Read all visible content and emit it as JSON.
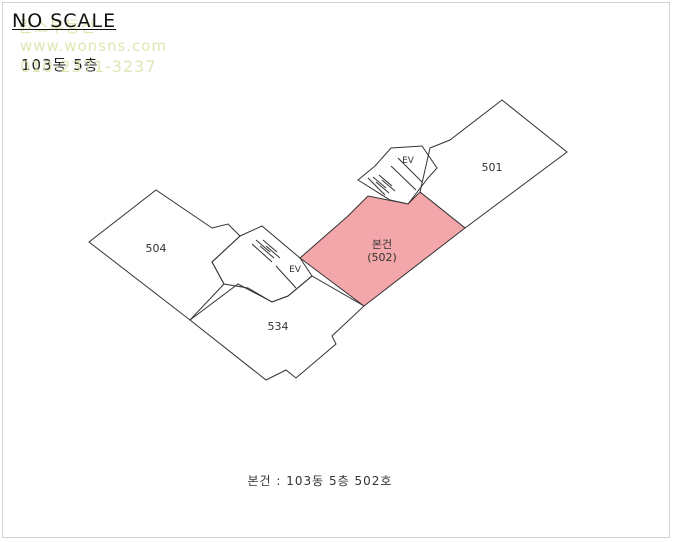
{
  "header": {
    "no_scale": "NO SCALE",
    "floor_label": "103동 5층"
  },
  "watermark": {
    "name": "원스부동산",
    "url": "www.wonsns.com",
    "phone": "010-2371-3237"
  },
  "units": {
    "u501": "501",
    "u504": "504",
    "u534": "534",
    "subject_line1": "본건",
    "subject_line2": "(502)"
  },
  "ev_label": "EV",
  "caption": "본건 : 103동 5층 502호",
  "colors": {
    "highlight": "#f4a7aa",
    "line": "#333333",
    "watermark": "#d6e4a6"
  }
}
